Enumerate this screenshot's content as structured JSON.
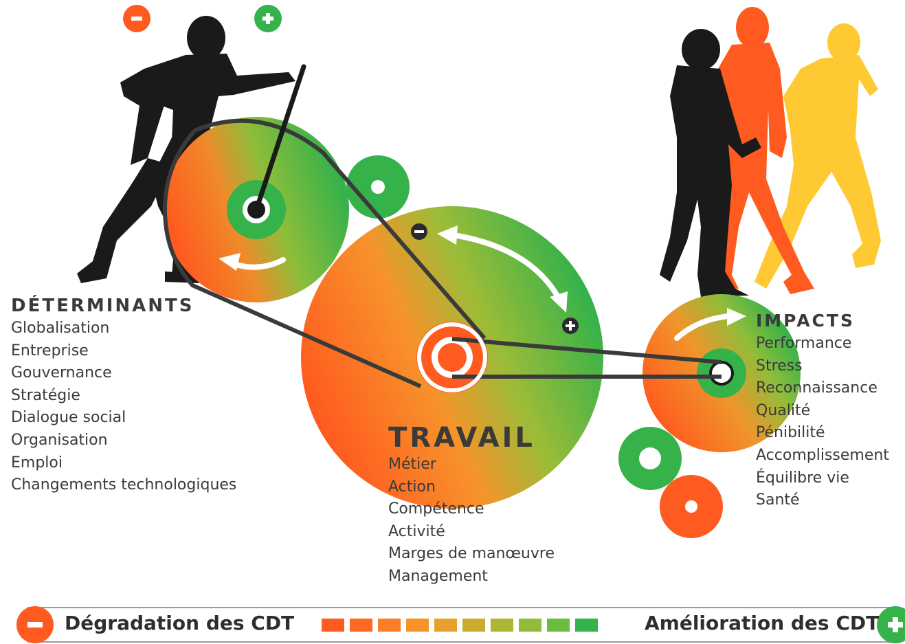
{
  "colors": {
    "orange": "#ff5a1f",
    "green": "#35b24a",
    "yellow": "#ffc933",
    "black": "#1a1a1a",
    "text": "#3a3a3a"
  },
  "icons": {
    "minus": "minus-badge-icon",
    "plus": "plus-badge-icon",
    "arrow": "rotation-arrow-icon",
    "figures": "person-silhouette-icon"
  },
  "determinants": {
    "title": "DÉTERMINANTS",
    "items": [
      "Globalisation",
      "Entreprise",
      "Gouvernance",
      "Stratégie",
      "Dialogue social",
      "Organisation",
      "Emploi",
      "Changements technologiques"
    ]
  },
  "travail": {
    "title": "TRAVAIL",
    "items": [
      "Métier",
      "Action",
      "Compétence",
      "Activité",
      "Marges de manœuvre",
      "Management"
    ]
  },
  "impacts": {
    "title": "IMPACTS",
    "items": [
      "Performance",
      "Stress",
      "Reconnaissance",
      "Qualité",
      "Pénibilité",
      "Accomplissement",
      "Équilibre vie",
      "Santé"
    ]
  },
  "legend": {
    "left_label": "Dégradation des CDT",
    "right_label": "Amélioration des CDT",
    "scale_colors": [
      "#ff5a1f",
      "#ff6a22",
      "#fb7d26",
      "#f79128",
      "#e6a02c",
      "#c9ab2f",
      "#acb634",
      "#8fbd3a",
      "#6cbc40",
      "#35b24a"
    ]
  }
}
